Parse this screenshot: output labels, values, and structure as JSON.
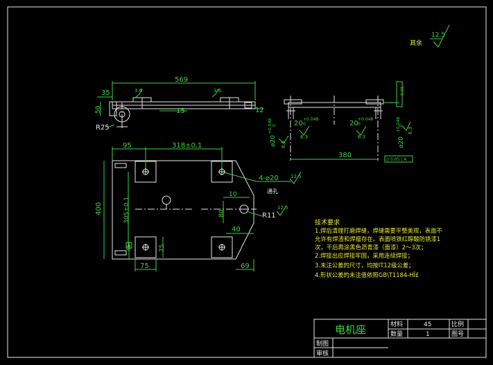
{
  "colors": {
    "background": "#000000",
    "outline": "#e8e8e8",
    "dimension": "#3fd43f",
    "notes": "#e8e83a"
  },
  "drawing": {
    "surface_note": "其余",
    "surface_roughness_main": "12.5",
    "top_view": {
      "overall_length": "569",
      "left_offset": "35",
      "height": "50",
      "slot_mark": "15",
      "right_height": "12",
      "radius": "R25",
      "roughness_a": "3.6",
      "roughness_b": "3.6"
    },
    "side_view": {
      "width": "380",
      "dia_left": "⌀20",
      "dia_left_tol_upper": "+0.048",
      "dia_left_tol_lower": "0",
      "dia_left_roughness": "6.3",
      "center_dim_left": "20",
      "center_dim_left_tol": "+0.048",
      "center_dim_left_tol2": "0",
      "center_dim_right": "20",
      "center_dim_right_tol": "+0.048",
      "center_dim_right_tol2": "0",
      "dia_right": "⌀20",
      "dia_right_tol_upper": "+0.048",
      "dia_right_tol_lower": "0",
      "dia_right_roughness": "6.3",
      "mid_roughness_a": "6.3",
      "mid_roughness_b": "6.3",
      "parallel_tol": "// 0.05 | A",
      "flatness_label": "0.05"
    },
    "plan_view": {
      "dim_left": "95",
      "dim_spacing": "318±0.1",
      "height": "400",
      "vert_spacing": "305±0.1",
      "holes_label": "4-⌀20",
      "holes_note": "通孔",
      "holes_roughness": "12.5",
      "slot_width": "10",
      "slot_height": "80",
      "slot_radius": "R11",
      "slot_roughness": "12.5",
      "chamfer_width": "40",
      "pad_height": "75",
      "pad_width": "75",
      "bottom_right": "69",
      "left_small": "45",
      "datum": "A"
    }
  },
  "notes": {
    "title": "技术要求",
    "lines": [
      "1.焊后清理打磨焊缝，焊缝需要平整美观，表面不",
      "允许有焊渣和焊瘤存在。表面喷铁红醇酸防锈漆1",
      "次，干后再涂黑色沥青漆（面漆）2～3次；",
      "2.焊接出应焊接牢固，采用连续焊接；",
      "3.未注公差的尺寸，均按IT12级公差；",
      "4.形状公差的未注值依照GB\\T1184-HÏ£"
    ]
  },
  "title_block": {
    "part_name": "电机座",
    "material_label": "材料",
    "material_value": "45",
    "scale_label": "比例",
    "scale_value": "",
    "quantity_label": "数量",
    "quantity_value": "1",
    "drawing_no_label": "图号",
    "drawing_no_value": "",
    "drawn_label": "制图",
    "checked_label": "审核"
  }
}
